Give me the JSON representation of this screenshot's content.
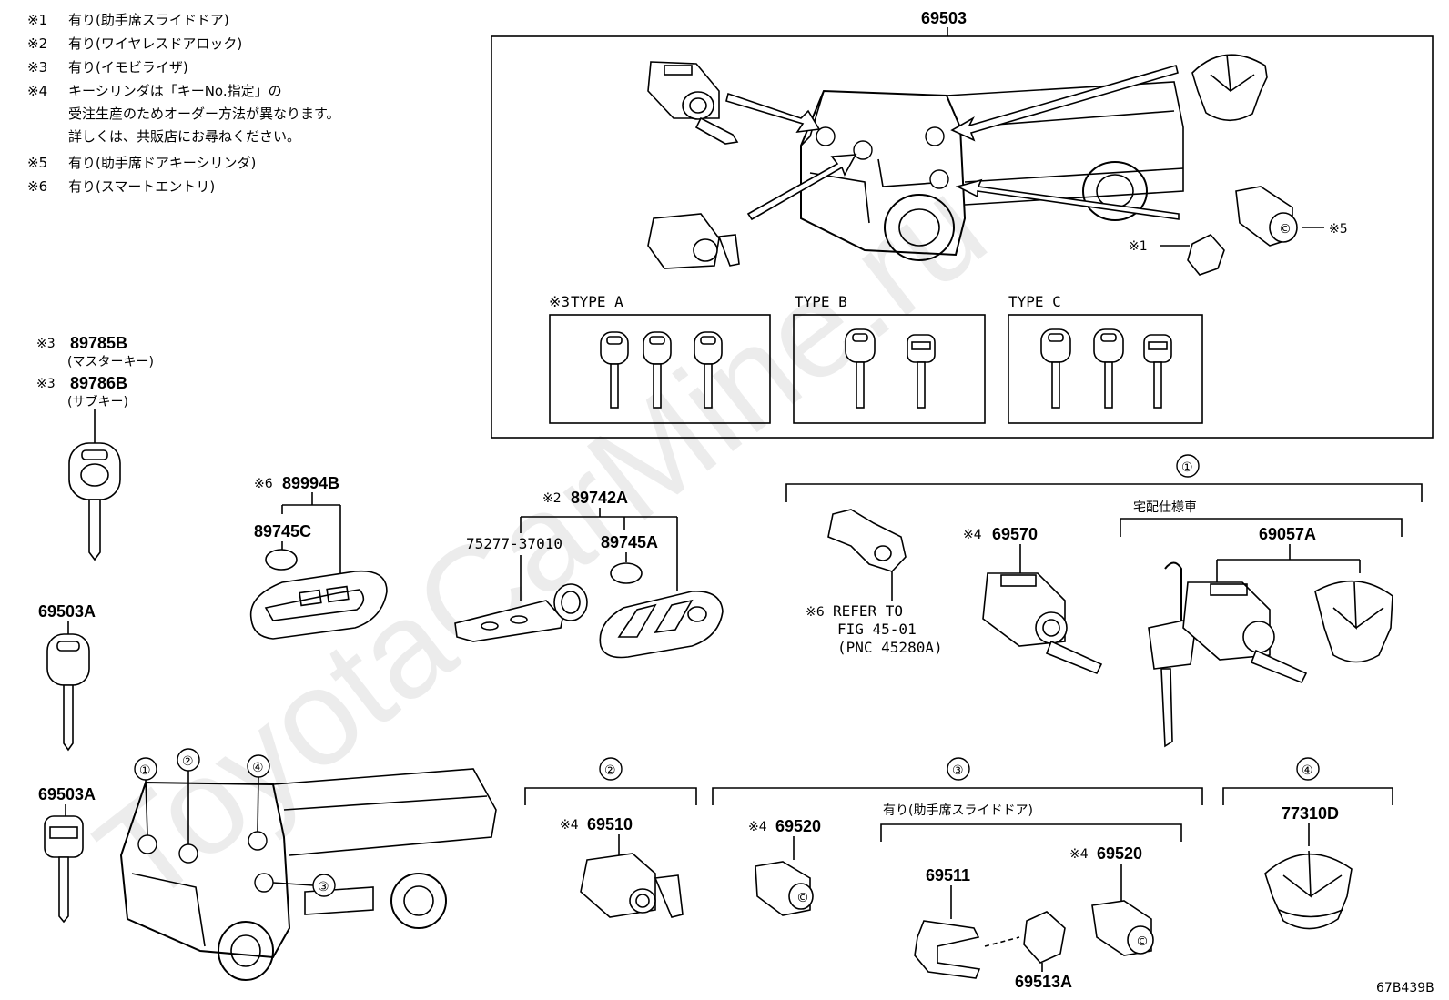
{
  "notes": [
    {
      "mark": "※1",
      "text": "有り(助手席スライドドア)"
    },
    {
      "mark": "※2",
      "text": "有り(ワイヤレスドアロック)"
    },
    {
      "mark": "※3",
      "text": "有り(イモビライザ)"
    },
    {
      "mark": "※4",
      "text": "キーシリンダは「キーNo.指定」の"
    },
    {
      "mark": "",
      "text": "受注生産のためオーダー方法が異なります。"
    },
    {
      "mark": "",
      "text": "詳しくは、共販店にお尋ねください。"
    },
    {
      "mark": "※5",
      "text": "有り(助手席ドアキーシリンダ)"
    },
    {
      "mark": "※6",
      "text": "有り(スマートエントリ)"
    }
  ],
  "top_set": {
    "part": "69503",
    "mark_1": "※1",
    "mark_5": "※5",
    "types": [
      {
        "mark": "※3",
        "label": "TYPE  A"
      },
      {
        "mark": "",
        "label": "TYPE  B"
      },
      {
        "mark": "",
        "label": "TYPE  C"
      }
    ]
  },
  "master_key": {
    "mark": "※3",
    "part": "89785B",
    "sub": "(マスターキー)"
  },
  "sub_key": {
    "mark": "※3",
    "part": "89786B",
    "sub": "(サブキー)"
  },
  "key_a1": "69503A",
  "key_a2": "69503A",
  "smart_key": {
    "mark": "※6",
    "part": "89994B",
    "battery": "89745C"
  },
  "wireless": {
    "mark": "※2",
    "part": "89742A",
    "plate": "75277-37010",
    "battery": "89745A"
  },
  "group1": {
    "circle": "①",
    "sub_title": "宅配仕様車",
    "refer_mark": "※6",
    "refer_lines": [
      "REFER TO",
      "FIG 45-01",
      "(PNC 45280A)"
    ],
    "cyl_mark": "※4",
    "cyl_part": "69570",
    "set_part": "69057A"
  },
  "truck_callouts": [
    "①",
    "②",
    "④",
    "③"
  ],
  "group2": {
    "circle": "②",
    "mark": "※4",
    "part": "69510"
  },
  "group3": {
    "circle": "③",
    "mark": "※4",
    "part": "69520",
    "sub_title": "有り(助手席スライドドア)",
    "sub_parts": {
      "clip": "69511",
      "ring": "69513A",
      "mark": "※4",
      "cyl": "69520"
    }
  },
  "group4": {
    "circle": "④",
    "part": "77310D"
  },
  "watermark": "ToyotaCarMine.ru",
  "figure_code": "67B439B"
}
